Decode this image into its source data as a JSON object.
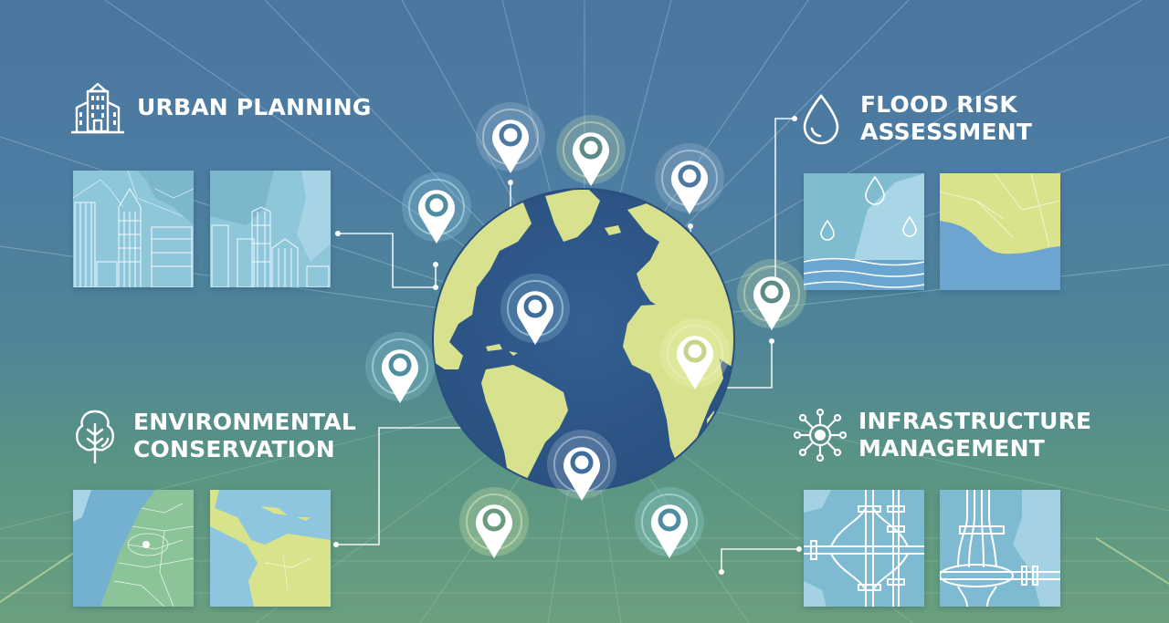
{
  "sections": {
    "urban_planning": {
      "title": "URBAN PLANNING",
      "icon": "building-icon"
    },
    "flood_risk": {
      "title_line1": "FLOOD RISK",
      "title_line2": "ASSESSMENT",
      "icon": "water-drop-icon"
    },
    "environmental": {
      "title_line1": "ENVIRONMENTAL",
      "title_line2": "CONSERVATION",
      "icon": "tree-icon"
    },
    "infrastructure": {
      "title_line1": "INFRASTRUCTURE",
      "title_line2": "MANAGEMENT",
      "icon": "network-hub-icon"
    }
  },
  "tiles": [
    {
      "section": "urban_planning",
      "name": "city-skyline-map-1"
    },
    {
      "section": "urban_planning",
      "name": "city-skyline-map-2"
    },
    {
      "section": "flood_risk",
      "name": "flood-rain-map"
    },
    {
      "section": "flood_risk",
      "name": "coastline-map"
    },
    {
      "section": "environmental",
      "name": "terrain-region-map"
    },
    {
      "section": "environmental",
      "name": "central-america-map"
    },
    {
      "section": "infrastructure",
      "name": "highway-interchange-map-1"
    },
    {
      "section": "infrastructure",
      "name": "highway-interchange-map-2"
    }
  ],
  "globe": {
    "name": "world-globe",
    "ocean_color": "#2f5a8c",
    "land_color": "#d8e28e"
  },
  "pins_count": 11,
  "colors": {
    "bg_top": "#4a76a0",
    "bg_bottom": "#6aa07e",
    "text": "#ffffff",
    "tile_blue": "#8ec5d8",
    "land_yellow": "#d8e28e",
    "land_green": "#8cc49a"
  }
}
